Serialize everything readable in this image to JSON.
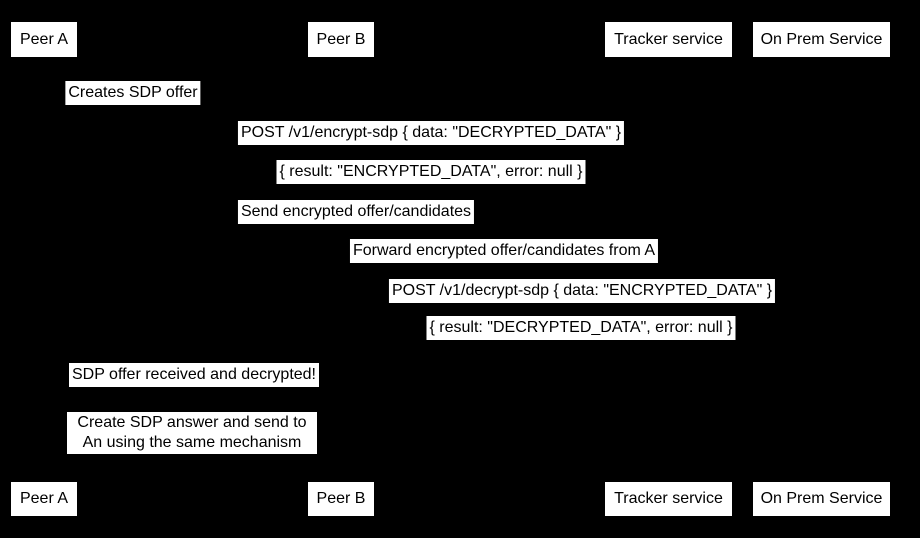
{
  "diagram": {
    "type": "sequence-diagram",
    "colors": {
      "background": "#000000",
      "box_fill": "#ffffff",
      "box_text": "#000000",
      "line_color": "#000000"
    }
  },
  "participants": [
    {
      "label": "Peer A"
    },
    {
      "label": "Peer B"
    },
    {
      "label": "Tracker service"
    },
    {
      "label": "On Prem Service"
    }
  ],
  "messages": [
    {
      "label": "Creates SDP offer"
    },
    {
      "label": "POST /v1/encrypt-sdp { data: \"DECRYPTED_DATA\" }"
    },
    {
      "label": "{ result: \"ENCRYPTED_DATA\", error: null }"
    },
    {
      "label": "Send encrypted offer/candidates"
    },
    {
      "label": "Forward encrypted offer/candidates from A"
    },
    {
      "label": "POST /v1/decrypt-sdp { data: \"ENCRYPTED_DATA\" }"
    },
    {
      "label": "{ result: \"DECRYPTED_DATA\", error: null }"
    },
    {
      "label": "SDP offer received and decrypted!"
    }
  ],
  "note": {
    "label": "Create SDP answer and send to An using the same mechanism"
  }
}
